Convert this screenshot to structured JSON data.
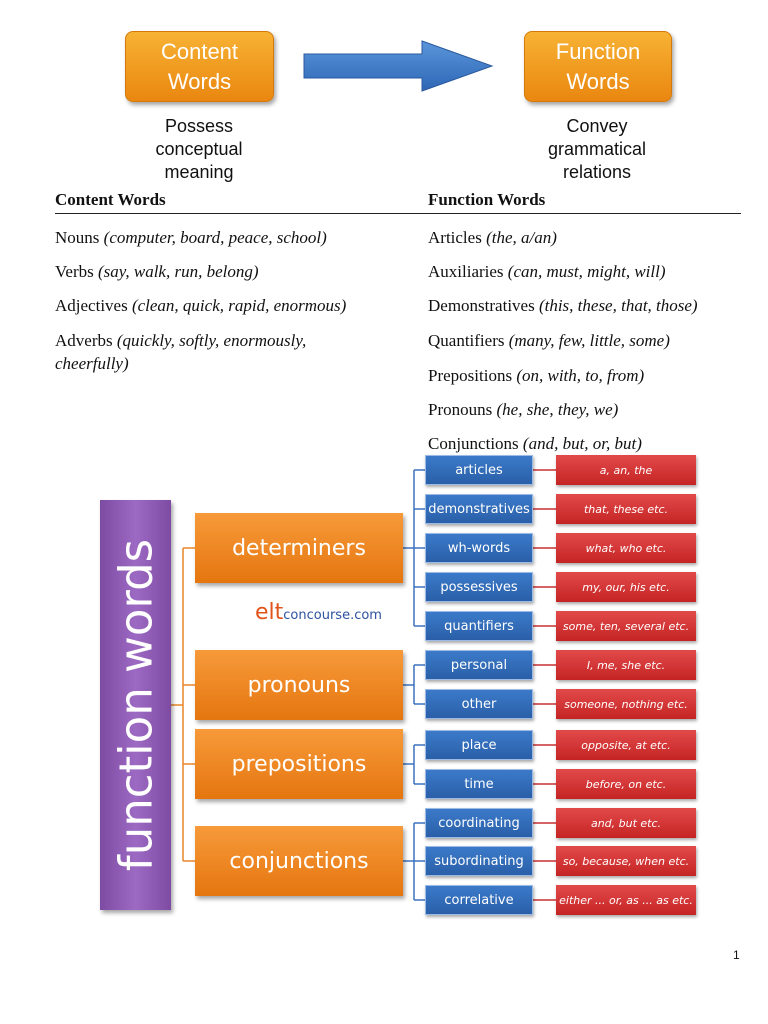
{
  "top": {
    "left_box": {
      "line1": "Content",
      "line2": "Words"
    },
    "right_box": {
      "line1": "Function",
      "line2": "Words"
    },
    "left_caption": [
      "Possess",
      "conceptual",
      "meaning"
    ],
    "right_caption": [
      "Convey",
      "grammatical",
      "relations"
    ]
  },
  "table": {
    "content_header": "Content Words",
    "function_header": "Function Words",
    "content_rows": [
      {
        "term": "Nouns",
        "examples": "(computer, board, peace, school)"
      },
      {
        "term": "Verbs",
        "examples": "(say, walk, run, belong)"
      },
      {
        "term": "Adjectives",
        "examples": "(clean, quick, rapid, enormous)"
      },
      {
        "term": "Adverbs",
        "examples": "(quickly, softly, enormously,",
        "examples2": "cheerfully)"
      }
    ],
    "function_rows": [
      {
        "term": "Articles",
        "examples": "(the, a/an)"
      },
      {
        "term": "Auxiliaries",
        "examples": "(can, must, might, will)"
      },
      {
        "term": "Demonstratives",
        "examples": "(this, these, that, those)"
      },
      {
        "term": "Quantifiers",
        "examples": "(many, few, little, some)"
      },
      {
        "term": "Prepositions",
        "examples": "(on, with, to, from)"
      },
      {
        "term": "Pronouns",
        "examples": "(he, she, they, we)"
      },
      {
        "term": "Conjunctions",
        "examples": "(and, but, or, but)"
      }
    ]
  },
  "diagram": {
    "title": "function words",
    "categories": [
      {
        "label": "determiners",
        "subs": [
          {
            "label": "articles",
            "example": "a, an, the"
          },
          {
            "label": "demonstratives",
            "example": "that, these etc."
          },
          {
            "label": "wh-words",
            "example": "what, who etc."
          },
          {
            "label": "possessives",
            "example": "my, our, his etc."
          },
          {
            "label": "quantifiers",
            "example": "some, ten, several etc."
          }
        ]
      },
      {
        "label": "pronouns",
        "subs": [
          {
            "label": "personal",
            "example": "I, me, she etc."
          },
          {
            "label": "other",
            "example": "someone, nothing etc."
          }
        ]
      },
      {
        "label": "prepositions",
        "subs": [
          {
            "label": "place",
            "example": "opposite, at etc."
          },
          {
            "label": "time",
            "example": "before, on etc."
          }
        ]
      },
      {
        "label": "conjunctions",
        "subs": [
          {
            "label": "coordinating",
            "example": "and, but etc."
          },
          {
            "label": "subordinating",
            "example": "so, because, when etc."
          },
          {
            "label": "correlative",
            "example": "either ... or, as ... as etc."
          }
        ]
      }
    ],
    "watermark": {
      "part1": "elt",
      "part2": "concourse.com"
    }
  },
  "page_number": "1"
}
